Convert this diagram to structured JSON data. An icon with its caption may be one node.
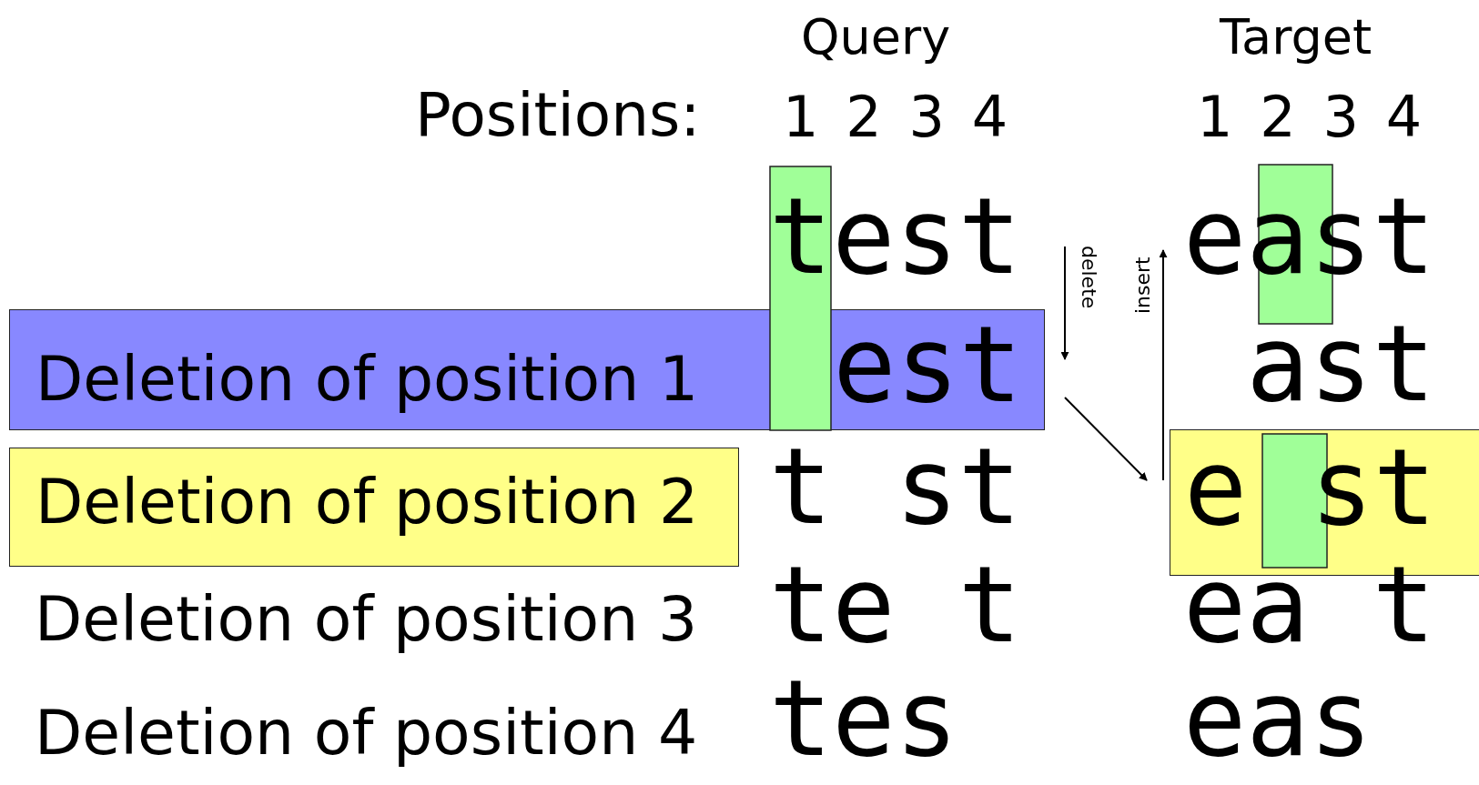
{
  "diagram": {
    "nodes": [
      {
        "text": [
          "test"
        ]
      },
      {
        "text": [
          "east"
        ]
      },
      {
        "text": [
          "Deletion of position 1",
          "est"
        ]
      },
      {
        "text": [
          "Deletion of position 2"
        ]
      },
      {
        "text": [
          "e st"
        ]
      }
    ],
    "edges": [
      {
        "from": 0,
        "to": 2,
        "arrow": "to",
        "label": "delete"
      },
      {
        "from": 2,
        "to": 4,
        "arrow": "to"
      },
      {
        "from": 4,
        "to": 1,
        "arrow": "to",
        "label": "insert"
      }
    ],
    "labels": [
      "Query",
      "Target",
      "Positions:",
      "1",
      "2",
      "3",
      "4",
      "1",
      "2",
      "3",
      "4",
      "ast",
      "t st",
      "Deletion of position 3",
      "te t",
      "ea t",
      "Deletion of position 4",
      "tes",
      "eas"
    ]
  }
}
